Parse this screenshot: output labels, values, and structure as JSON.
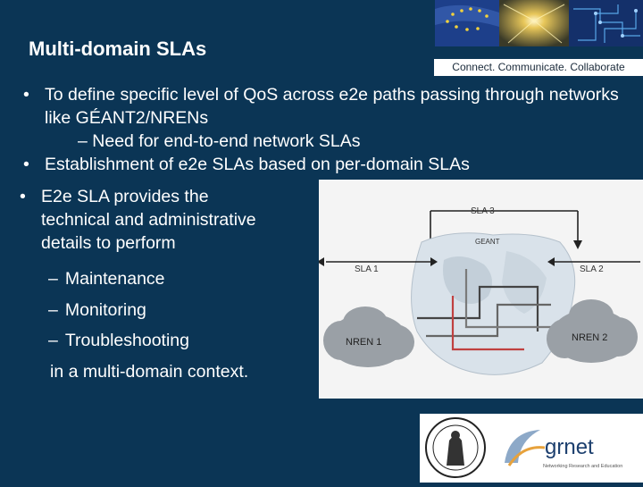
{
  "slide": {
    "title": "Multi-domain SLAs",
    "tagline": "Connect. Communicate. Collaborate",
    "bullets": [
      "To define specific level of QoS across e2e paths passing through networks like GÉANT2/NRENs",
      "Establishment of e2e SLAs based on per-domain SLAs"
    ],
    "sub_bullet": "– Need for end-to-end network SLAs",
    "bullet3_line1": "E2e SLA provides the",
    "bullet3_line2": "technical and  administrative",
    "bullet3_line3": "details to perform",
    "dash_items": [
      "Maintenance",
      "Monitoring",
      "Troubleshooting"
    ],
    "tail": "in a multi-domain context."
  },
  "diagram": {
    "sla3": "SLA 3",
    "sla1": "SLA 1",
    "sla2": "SLA 2",
    "geant": "GEANT",
    "nren1": "NREN 1",
    "nren2": "NREN 2"
  },
  "logos": {
    "grnet": "grnet",
    "grnet_sub": "Networking Research and Education"
  },
  "colors": {
    "background": "#0b3555",
    "text": "#ffffff"
  }
}
